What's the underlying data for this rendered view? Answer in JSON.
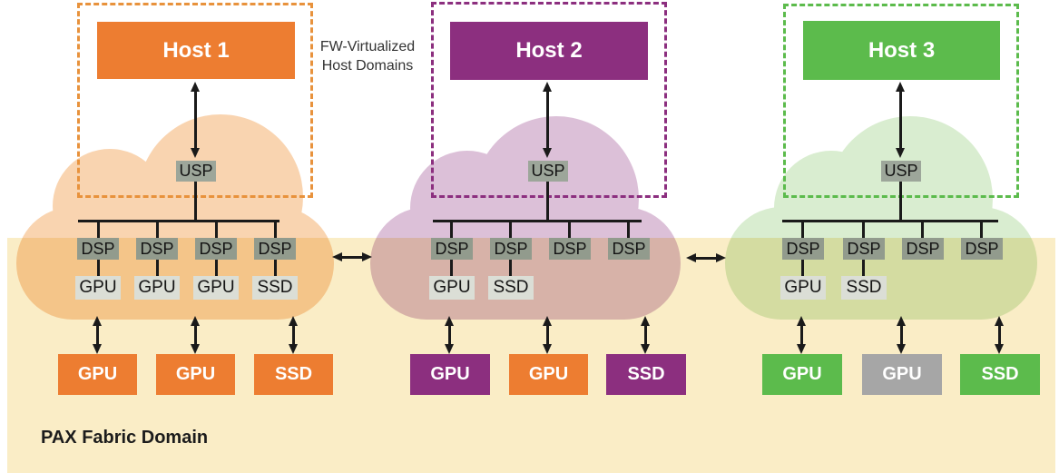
{
  "annotations": {
    "fw_virtualized_line1": "FW-Virtualized",
    "fw_virtualized_line2": "Host Domains",
    "pax_fabric_domain": "PAX Fabric Domain"
  },
  "colors": {
    "orange": "#ED7D31",
    "purple": "#8C2F7F",
    "green": "#5CBB4C",
    "gray": "#A6A6A6",
    "fabric_background": "#FAEDC6",
    "switch_box_gray": "#929B8D",
    "device_box_gray": "#DBDED6",
    "line_black": "#1a1a1a"
  },
  "hosts": [
    {
      "name": "Host 1",
      "color": "#ED7D31",
      "border_color": "#E8923C",
      "cloud_color": "#F9D4B0",
      "usp_label": "USP",
      "dsp_labels": [
        "DSP",
        "DSP",
        "DSP",
        "DSP"
      ],
      "cloud_devices": [
        "GPU",
        "GPU",
        "GPU",
        "SSD"
      ],
      "fabric_devices": [
        {
          "label": "GPU",
          "color": "#ED7D31"
        },
        {
          "label": "GPU",
          "color": "#ED7D31"
        },
        {
          "label": "SSD",
          "color": "#ED7D31"
        }
      ]
    },
    {
      "name": "Host 2",
      "color": "#8C2F7F",
      "border_color": "#8C2F7F",
      "cloud_color": "#DCC0D8",
      "usp_label": "USP",
      "dsp_labels": [
        "DSP",
        "DSP",
        "DSP",
        "DSP"
      ],
      "cloud_devices": [
        "GPU",
        "SSD"
      ],
      "fabric_devices": [
        {
          "label": "GPU",
          "color": "#8C2F7F"
        },
        {
          "label": "GPU",
          "color": "#ED7D31"
        },
        {
          "label": "SSD",
          "color": "#8C2F7F"
        }
      ]
    },
    {
      "name": "Host 3",
      "color": "#5CBB4C",
      "border_color": "#5CBB4C",
      "cloud_color": "#D9EDD0",
      "usp_label": "USP",
      "dsp_labels": [
        "DSP",
        "DSP",
        "DSP",
        "DSP"
      ],
      "cloud_devices": [
        "GPU",
        "SSD"
      ],
      "fabric_devices": [
        {
          "label": "GPU",
          "color": "#5CBB4C"
        },
        {
          "label": "GPU",
          "color": "#A6A6A6"
        },
        {
          "label": "SSD",
          "color": "#5CBB4C"
        }
      ]
    }
  ]
}
